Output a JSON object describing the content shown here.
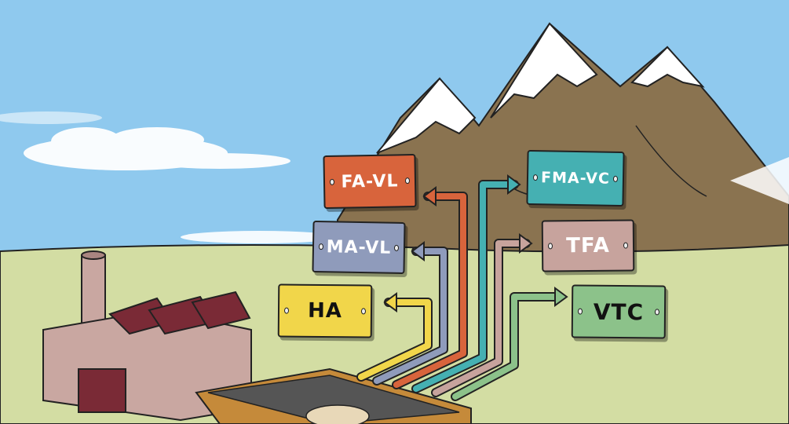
{
  "scene": {
    "signs": {
      "fa_vl": "FA-VL",
      "ma_vl": "MA-VL",
      "ha": "HA",
      "fma_vc": "FMA-VC",
      "tfa": "TFA",
      "vtc": "VTC"
    },
    "colors": {
      "sky": "#8fc9ee",
      "ground": "#d3dda3",
      "mountain": "#8a7350",
      "snow": "#ffffff",
      "fa_vl": "#d8643c",
      "ma_vl": "#8f9bbb",
      "ha": "#f1d64a",
      "fma_vc": "#45b0b2",
      "tfa": "#c7a39d",
      "vtc": "#8cc28a",
      "factory_wall": "#c9a7a1",
      "factory_roof": "#7a2a36",
      "conveyor": "#c58a3a"
    }
  }
}
